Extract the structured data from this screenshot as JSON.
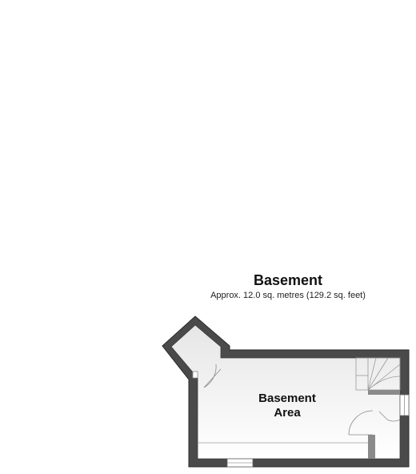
{
  "floor": {
    "title": "Basement",
    "area_text": "Approx. 12.0 sq. metres (129.2 sq. feet)"
  },
  "room": {
    "label_line1": "Basement",
    "label_line2": "Area"
  },
  "colors": {
    "wall_fill": "#4a4a4a",
    "wall_edge": "#2a2a2a",
    "floor_top": "#e6e6e6",
    "floor_bottom": "#ffffff",
    "fixture_line": "#9a9a9a"
  }
}
